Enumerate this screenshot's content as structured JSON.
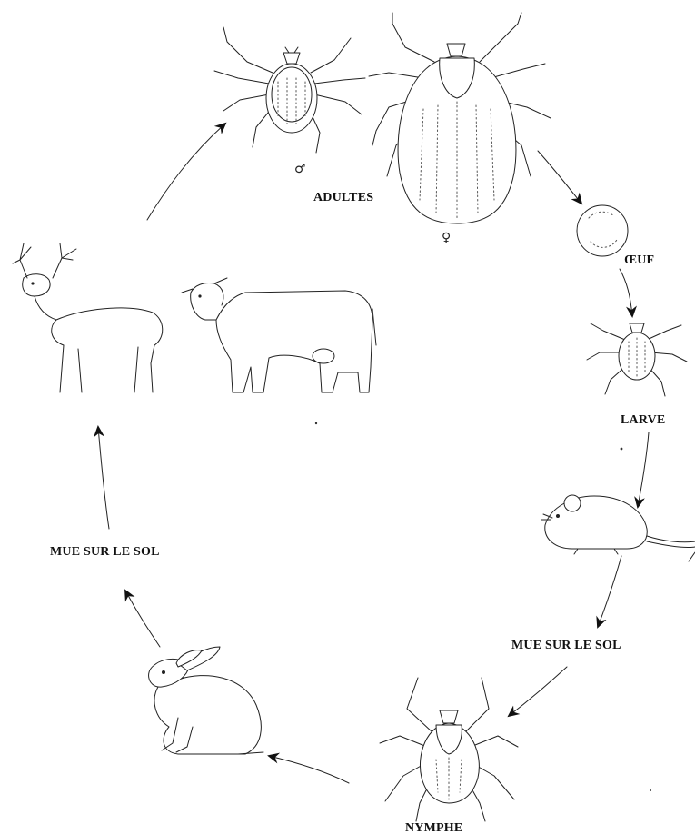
{
  "labels": {
    "adultes": "ADULTES",
    "male_symbol": "♂",
    "female_symbol": "♀",
    "oeuf": "ŒUF",
    "larve": "LARVE",
    "mue_sol_right": "MUE SUR LE SOL",
    "nymphe": "NYMPHE",
    "mue_sol_left": "MUE SUR LE SOL"
  },
  "stages": [
    {
      "id": "adult-male",
      "label_ref": "male_symbol"
    },
    {
      "id": "adult-female",
      "label_ref": "female_symbol"
    },
    {
      "id": "egg",
      "label_ref": "oeuf"
    },
    {
      "id": "larva",
      "label_ref": "larve"
    },
    {
      "id": "mouse-host"
    },
    {
      "id": "molt-1",
      "label_ref": "mue_sol_right"
    },
    {
      "id": "nymph",
      "label_ref": "nymphe"
    },
    {
      "id": "hare-host"
    },
    {
      "id": "molt-2",
      "label_ref": "mue_sol_left"
    },
    {
      "id": "deer-cow-hosts"
    }
  ],
  "colors": {
    "ink": "#222222",
    "paper": "#ffffff"
  }
}
